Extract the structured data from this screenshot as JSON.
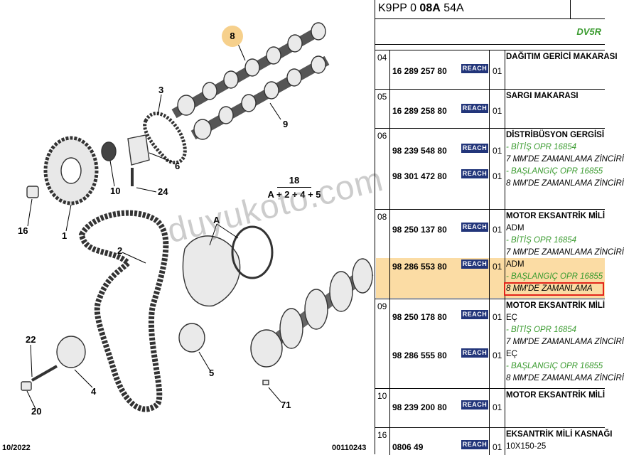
{
  "diagram": {
    "callouts": [
      "8",
      "3",
      "9",
      "6",
      "10",
      "24",
      "16",
      "1",
      "18",
      "A",
      "2",
      "22",
      "4",
      "5",
      "20",
      "71"
    ],
    "formula_top": "18",
    "formula_bottom": "A + 2 + 4 + 5",
    "date": "10/2022",
    "ref": "00110243",
    "watermark": "duyukoto.com"
  },
  "table": {
    "engine_code": "K9PP 0 ",
    "engine_code_bold": "08A",
    "engine_code_end": " 54A",
    "variant": "DV5R",
    "badge": "REACH",
    "rows": [
      {
        "num": "04",
        "parts": [
          {
            "pn": "16 289 257 80",
            "qty": "01"
          }
        ],
        "lines": [
          {
            "k": "t",
            "v": "DAĞITIM GERİCİ MAKARASI"
          }
        ]
      },
      {
        "num": "05",
        "parts": [
          {
            "pn": "16 289 258 80",
            "qty": "01"
          }
        ],
        "lines": [
          {
            "k": "t",
            "v": "SARGI MAKARASI"
          }
        ]
      },
      {
        "num": "06",
        "parts": [
          {
            "pn": "98 239 548 80",
            "qty": "01"
          },
          {
            "pn": "98 301 472 80",
            "qty": "01"
          }
        ],
        "lines": [
          {
            "k": "t",
            "v": "DİSTRİBÜSYON GERGİSİ"
          },
          {
            "k": "g",
            "v": "- BİTİŞ OPR 16854"
          },
          {
            "k": "i",
            "v": "7 MM'DE ZAMANLAMA ZİNCİRİ"
          },
          {
            "k": "g",
            "v": "- BAŞLANGIÇ OPR 16855"
          },
          {
            "k": "i",
            "v": "8 MM'DE ZAMANLAMA ZİNCİRİ"
          }
        ]
      },
      {
        "num": "08",
        "parts": [
          {
            "pn": "98 250 137 80",
            "qty": "01"
          },
          {
            "pn": "98 286 553 80",
            "qty": "01"
          }
        ],
        "lines": [
          {
            "k": "t",
            "v": "MOTOR EKSANTRİK MİLİ"
          },
          {
            "k": "n",
            "v": "ADM"
          },
          {
            "k": "g",
            "v": "- BİTİŞ OPR 16854"
          },
          {
            "k": "i",
            "v": "7 MM'DE ZAMANLAMA ZİNCİRİ"
          },
          {
            "k": "n",
            "v": "ADM"
          },
          {
            "k": "g",
            "v": "- BAŞLANGIÇ OPR 16855"
          },
          {
            "k": "i",
            "v": "8 MM'DE ZAMANLAMA"
          }
        ]
      },
      {
        "num": "09",
        "parts": [
          {
            "pn": "98 250 178 80",
            "qty": "01"
          },
          {
            "pn": "98 286 555 80",
            "qty": "01"
          }
        ],
        "lines": [
          {
            "k": "t",
            "v": "MOTOR EKSANTRİK MİLİ"
          },
          {
            "k": "n",
            "v": "EÇ"
          },
          {
            "k": "g",
            "v": "- BİTİŞ OPR 16854"
          },
          {
            "k": "i",
            "v": "7 MM'DE ZAMANLAMA ZİNCİRİ"
          },
          {
            "k": "n",
            "v": "EÇ"
          },
          {
            "k": "g",
            "v": "- BAŞLANGIÇ OPR 16855"
          },
          {
            "k": "i",
            "v": "8 MM'DE ZAMANLAMA ZİNCİRİ"
          }
        ]
      },
      {
        "num": "10",
        "parts": [
          {
            "pn": "98 239 200 80",
            "qty": "01"
          }
        ],
        "lines": [
          {
            "k": "t",
            "v": "MOTOR EKSANTRİK MİLİ"
          }
        ]
      },
      {
        "num": "16",
        "parts": [
          {
            "pn": "0806 49",
            "qty": "01"
          }
        ],
        "lines": [
          {
            "k": "t",
            "v": "EKSANTRİK MİLİ KASNAĞI"
          },
          {
            "k": "n",
            "v": "10X150-25"
          }
        ]
      }
    ]
  }
}
